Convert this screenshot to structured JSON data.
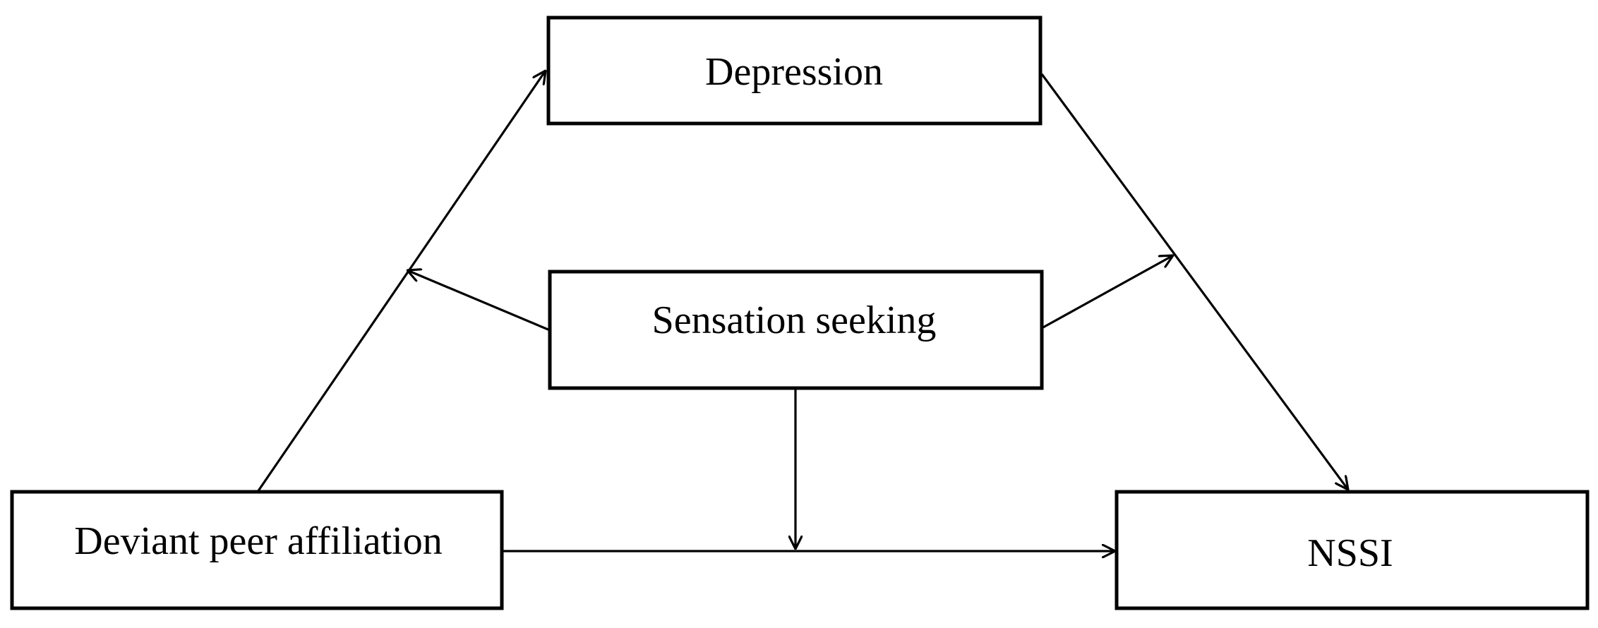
{
  "nodes": {
    "depression": {
      "label": "Depression"
    },
    "sensation_seeking": {
      "label": "Sensation seeking"
    },
    "deviant_peer_affiliation": {
      "label": "Deviant peer affiliation"
    },
    "nssi": {
      "label": "NSSI"
    }
  },
  "edges": [
    {
      "from": "Deviant peer affiliation",
      "to": "Depression"
    },
    {
      "from": "Depression",
      "to": "NSSI"
    },
    {
      "from": "Deviant peer affiliation",
      "to": "NSSI"
    },
    {
      "from": "Sensation seeking",
      "to": "Deviant peer affiliation → Depression path",
      "type": "moderation"
    },
    {
      "from": "Sensation seeking",
      "to": "Depression → NSSI path",
      "type": "moderation"
    },
    {
      "from": "Sensation seeking",
      "to": "Deviant peer affiliation → NSSI path",
      "type": "moderation"
    }
  ],
  "colors": {
    "stroke": "#000000",
    "background": "#ffffff"
  }
}
